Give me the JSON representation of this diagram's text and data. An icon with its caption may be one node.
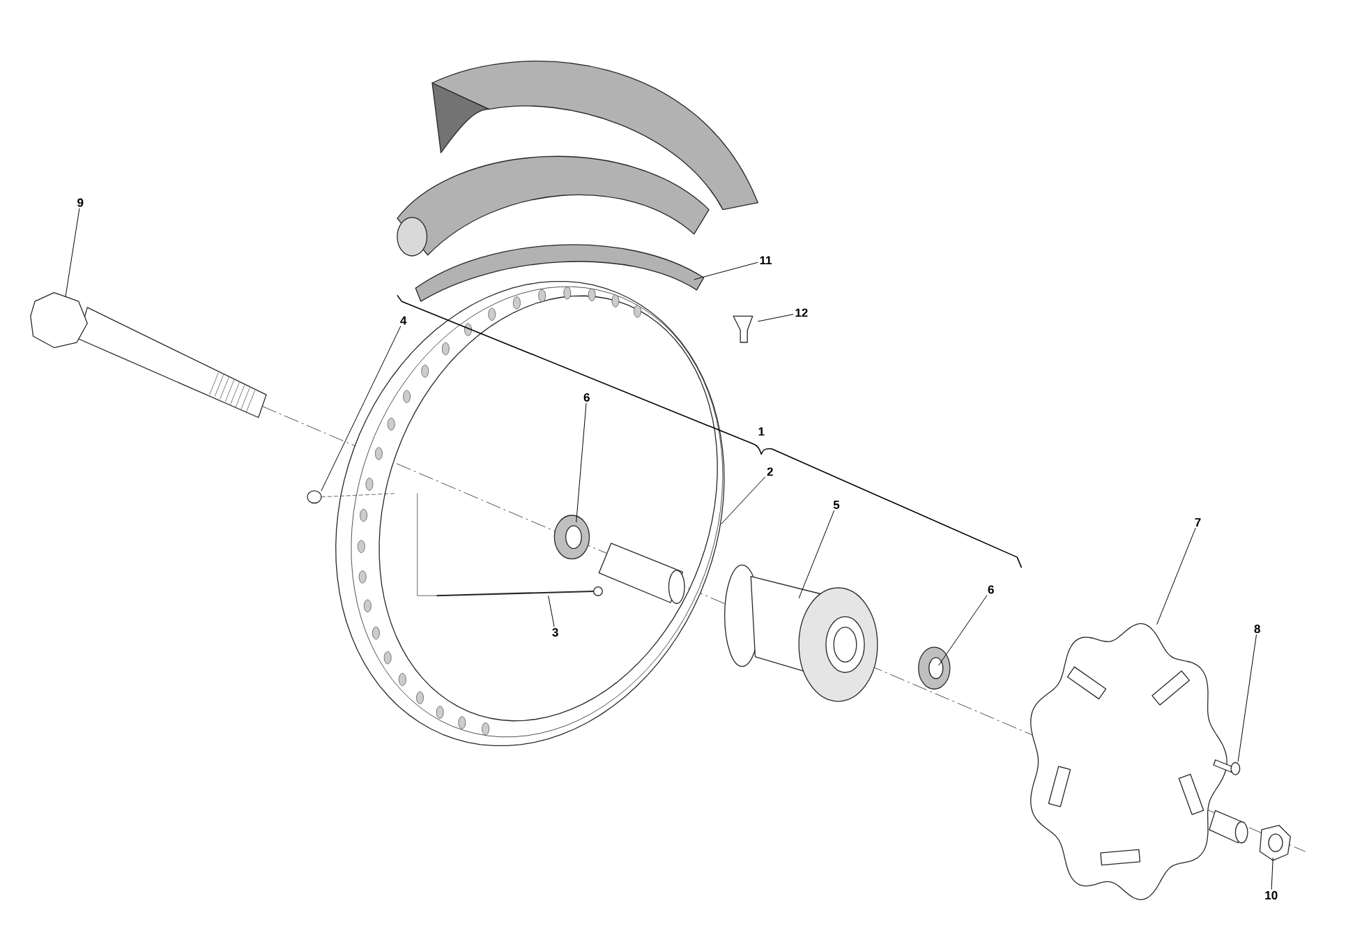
{
  "diagram": {
    "nodes": [
      {
        "text": [
          "9"
        ]
      },
      {
        "text": [
          "11"
        ]
      },
      {
        "text": [
          "12"
        ]
      },
      {
        "text": [
          "4"
        ]
      },
      {
        "text": [
          "6"
        ]
      },
      {
        "text": [
          "2"
        ]
      },
      {
        "text": [
          "5"
        ]
      },
      {
        "text": [
          "7"
        ]
      },
      {
        "text": [
          "6"
        ]
      },
      {
        "text": [
          "8"
        ]
      },
      {
        "text": [
          "3"
        ]
      },
      {
        "text": [
          "10"
        ]
      }
    ],
    "edges": [
      {
        "from": 0,
        "to": null,
        "arrow": "none"
      },
      {
        "from": 1,
        "to": null,
        "arrow": "none"
      },
      {
        "from": 2,
        "to": null,
        "arrow": "none"
      },
      {
        "from": 3,
        "to": null,
        "arrow": "none"
      },
      {
        "from": 4,
        "to": null,
        "arrow": "none"
      },
      {
        "from": 5,
        "to": null,
        "arrow": "none"
      },
      {
        "from": 6,
        "to": null,
        "arrow": "none"
      },
      {
        "from": 7,
        "to": null,
        "arrow": "none"
      },
      {
        "from": 8,
        "to": null,
        "arrow": "none"
      },
      {
        "from": 9,
        "to": null,
        "arrow": "none"
      },
      {
        "from": 10,
        "to": null,
        "arrow": "none"
      },
      {
        "from": 11,
        "to": null,
        "arrow": "none"
      }
    ],
    "labels": [
      "1"
    ]
  }
}
